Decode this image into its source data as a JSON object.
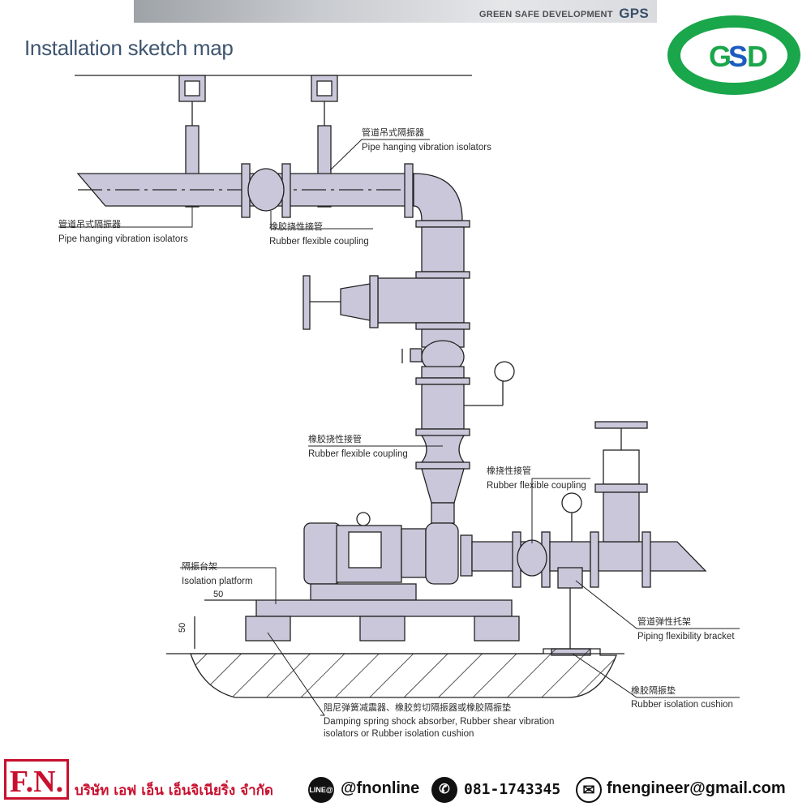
{
  "banner": {
    "text": "GREEN SAFE DEVELOPMENT",
    "brand": "GPS"
  },
  "title": "Installation sketch map",
  "logo": {
    "letters": [
      "G",
      "S",
      "D"
    ],
    "colors": {
      "green": "#1aa64a",
      "blue": "#1c5bbf"
    }
  },
  "labels": {
    "hanger_top": {
      "zh": "管道吊式隔振器",
      "en": "Pipe hanging vibration isolators"
    },
    "hanger_left": {
      "zh": "管道吊式隔振器",
      "en": "Pipe hanging vibration isolators"
    },
    "coupling_top": {
      "zh": "橡胶挠性接管",
      "en": "Rubber flexible coupling"
    },
    "coupling_mid": {
      "zh": "橡胶挠性接管",
      "en": "Rubber flexible coupling"
    },
    "coupling_right": {
      "zh": "橡挠性接管",
      "en": "Rubber flexible coupling"
    },
    "platform": {
      "zh": "隔振台架",
      "en": "Isolation platform"
    },
    "bracket": {
      "zh": "管道弹性托架",
      "en": "Piping flexibility bracket"
    },
    "cushion": {
      "zh": "橡胶隔振垫",
      "en": "Rubber isolation cushion"
    },
    "damper": {
      "zh": "阻尼弹簧减震器、橡胶剪切隔振器或橡胶隔振垫",
      "en1": "Damping spring shock absorber, Rubber shear vibration",
      "en2": "isolators or Rubber isolation cushion"
    }
  },
  "dimensions": {
    "horizontal": "50",
    "vertical": "50"
  },
  "footer": {
    "fn": "F.N.",
    "company": "บริษัท เอฟ เอ็น เอ็นจิเนียริ่ง จำกัด",
    "line_icon": "LINE@",
    "line_id": "@fnonline",
    "phone": "081-1743345",
    "email": "fnengineer@gmail.com"
  },
  "colors": {
    "pipe": "#c9c7d9",
    "outline": "#222222",
    "brand_red": "#c8102e",
    "title_blue": "#3f5570"
  }
}
